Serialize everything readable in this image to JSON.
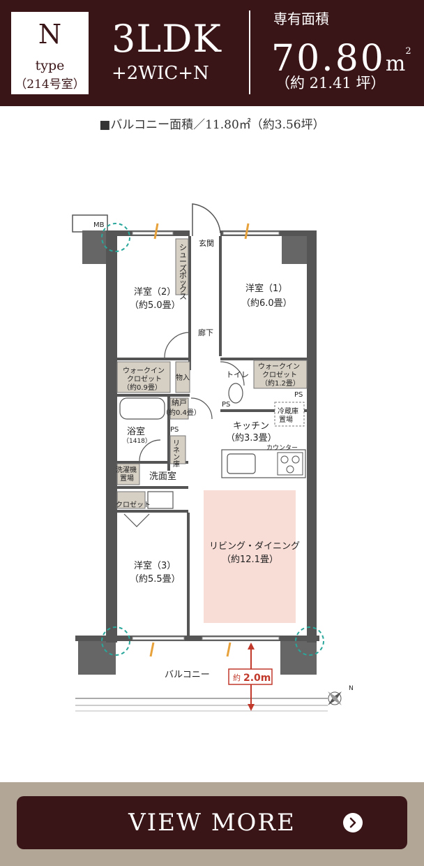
{
  "header": {
    "type_letter": "N",
    "type_word": "type",
    "type_room": "（214号室）",
    "layout": "3LDK",
    "layout_sub": "+2WIC+N",
    "area_label": "専有面積",
    "area_value": "70.80",
    "area_unit": "m",
    "area_unit_sup": "2",
    "area_tsubo": "（約 21.41 坪）"
  },
  "balcony_note": "■バルコニー面積／11.80㎡（約3.56坪）",
  "floorplan": {
    "mb": "MB",
    "genkan": "玄関",
    "shoes_box": [
      "シ",
      "ュ",
      "ー",
      "ズ",
      "ボ",
      "ッ",
      "ク",
      "ス"
    ],
    "room2_name": "洋室（2）",
    "room2_size": "（約5.0畳）",
    "room1_name": "洋室（1）",
    "room1_size": "（約6.0畳）",
    "corridor": "廊下",
    "wic1_name": "ウォークイン",
    "wic1_sub": "クロゼット",
    "wic1_size": "（約0.9畳）",
    "monoire": "物入",
    "toilet": "トイレ",
    "wic2_name": "ウォークイン",
    "wic2_sub": "クロゼット",
    "wic2_size": "（約1.2畳）",
    "ps_1": "PS",
    "ps_2": "PS",
    "ps_3": "PS",
    "nando_name": "納戸",
    "nando_size": "（約0.4畳）",
    "fridge_1": "冷蔵庫",
    "fridge_2": "置場",
    "bath_name": "浴室",
    "bath_size": "（1418）",
    "kitchen_name": "キッチン",
    "kitchen_size": "（約3.3畳）",
    "counter": "カウンター",
    "linen": [
      "リ",
      "ネ",
      "ン",
      "庫"
    ],
    "washer_1": "洗濯機",
    "washer_2": "置場",
    "senmen": "洗面室",
    "closet": "クロゼット",
    "ld_name": "リビング・ダイニング",
    "ld_size": "（約12.1畳）",
    "room3_name": "洋室（3）",
    "room3_size": "（約5.5畳）",
    "balcony": "バルコニー",
    "depth_prefix": "約",
    "depth_value": "2.0m",
    "compass_n": "N"
  },
  "colors": {
    "header_bg": "#3a1518",
    "footer_bg": "#b2a797",
    "ld_fill": "#f8dcd6",
    "depth_red": "#c0392b",
    "ac_teal": "#2aa79b",
    "storage_fill": "#d6cfc4"
  },
  "footer": {
    "button_label": "VIEW MORE",
    "arrow_icon": "chevron-right-icon"
  }
}
